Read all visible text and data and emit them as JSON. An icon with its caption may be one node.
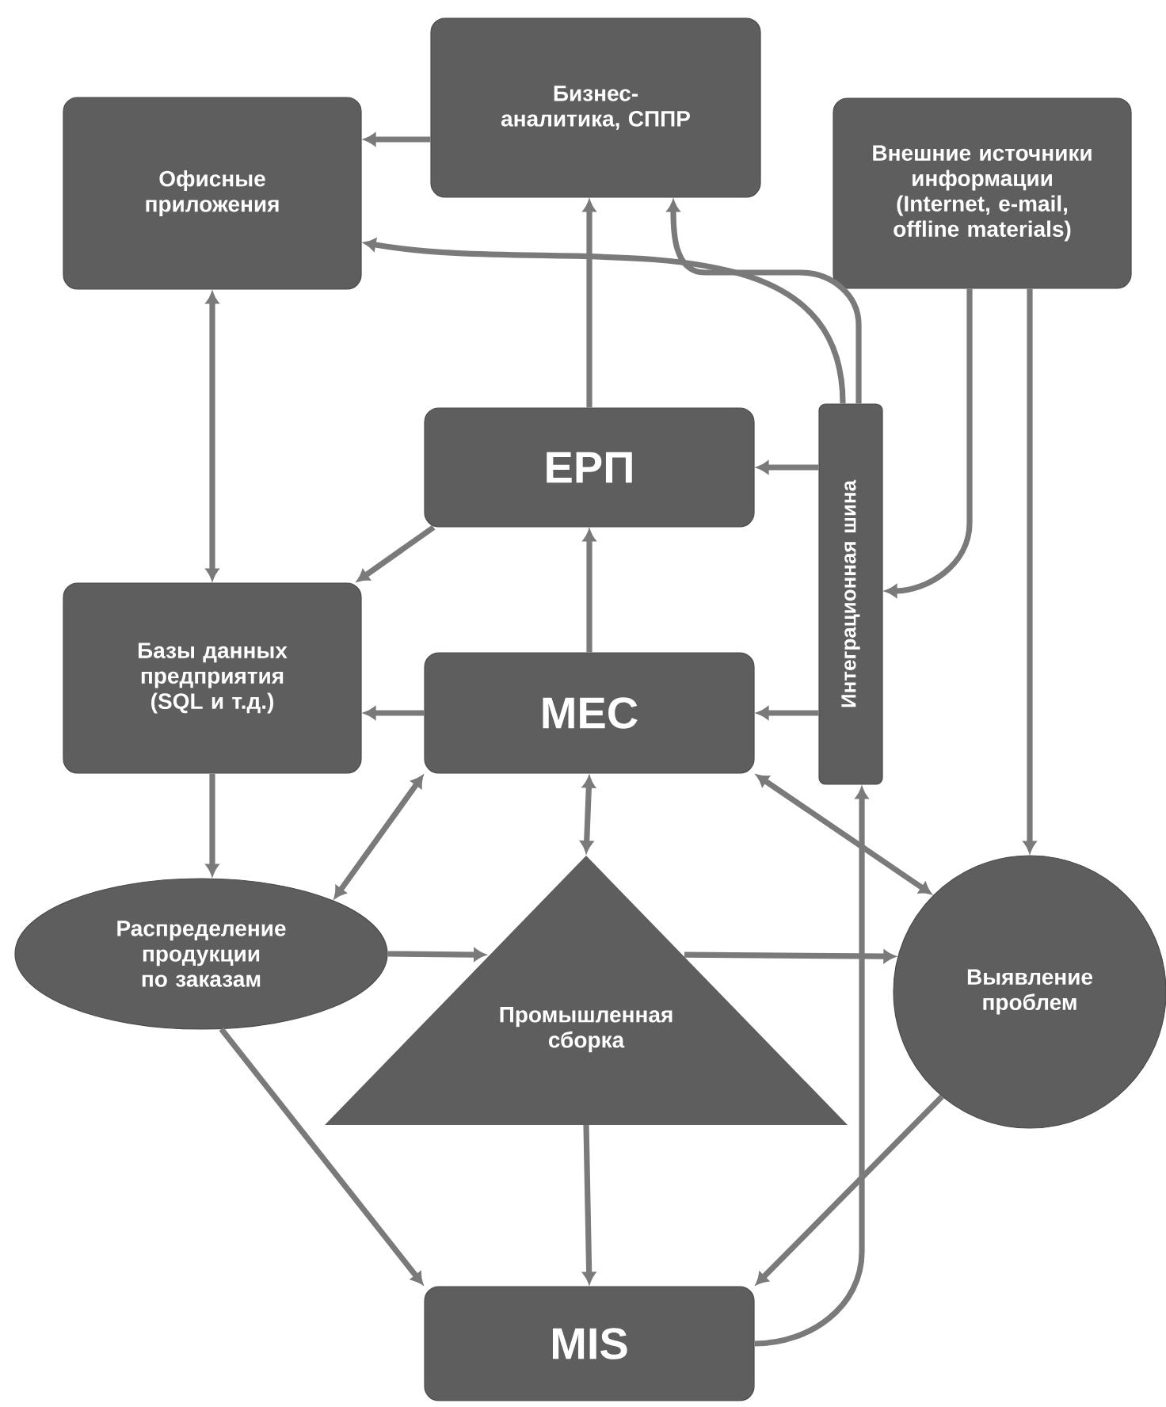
{
  "diagram": {
    "nodes": [
      {
        "text": [
          "Бизнес-аналитика, СППР"
        ]
      },
      {
        "text": [
          "Офисные приложения"
        ]
      },
      {
        "text": [
          "Внешние источники информации (Internet, e-mail, offline materials)"
        ]
      },
      {
        "text": [
          "ЕРП"
        ]
      },
      {
        "text": [
          "Интеграционная шина"
        ]
      },
      {
        "text": [
          "Базы данных предприятия (SQL и т.д.)"
        ]
      },
      {
        "text": [
          "МЕС"
        ]
      },
      {
        "text": [
          "Распределение продукции по заказам"
        ]
      },
      {
        "text": [
          "Промышленная сборка"
        ]
      },
      {
        "text": [
          "Выявление проблем"
        ]
      },
      {
        "text": [
          "MIS"
        ]
      }
    ],
    "edges": [
      {
        "from": 0,
        "to": 1,
        "arrow": "to"
      },
      {
        "from": 4,
        "to": 1,
        "arrow": "to"
      },
      {
        "from": 4,
        "to": 0,
        "arrow": "to"
      },
      {
        "from": 3,
        "to": 0,
        "arrow": "to"
      },
      {
        "from": 1,
        "to": 5,
        "arrow": "both"
      },
      {
        "from": 3,
        "to": 5,
        "arrow": "to"
      },
      {
        "from": 4,
        "to": 3,
        "arrow": "to"
      },
      {
        "from": 2,
        "to": 4,
        "arrow": "to"
      },
      {
        "from": 2,
        "to": 9,
        "arrow": "to"
      },
      {
        "from": 6,
        "to": 3,
        "arrow": "to"
      },
      {
        "from": 6,
        "to": 5,
        "arrow": "to"
      },
      {
        "from": 4,
        "to": 6,
        "arrow": "to"
      },
      {
        "from": 5,
        "to": 7,
        "arrow": "to"
      },
      {
        "from": 7,
        "to": 6,
        "arrow": "both"
      },
      {
        "from": 6,
        "to": 8,
        "arrow": "both"
      },
      {
        "from": 6,
        "to": 9,
        "arrow": "both"
      },
      {
        "from": 7,
        "to": 8,
        "arrow": "to"
      },
      {
        "from": 8,
        "to": 9,
        "arrow": "to"
      },
      {
        "from": 7,
        "to": 10,
        "arrow": "to"
      },
      {
        "from": 8,
        "to": 10,
        "arrow": "to"
      },
      {
        "from": 9,
        "to": 10,
        "arrow": "to"
      },
      {
        "from": 10,
        "to": 4,
        "arrow": "to"
      }
    ]
  }
}
